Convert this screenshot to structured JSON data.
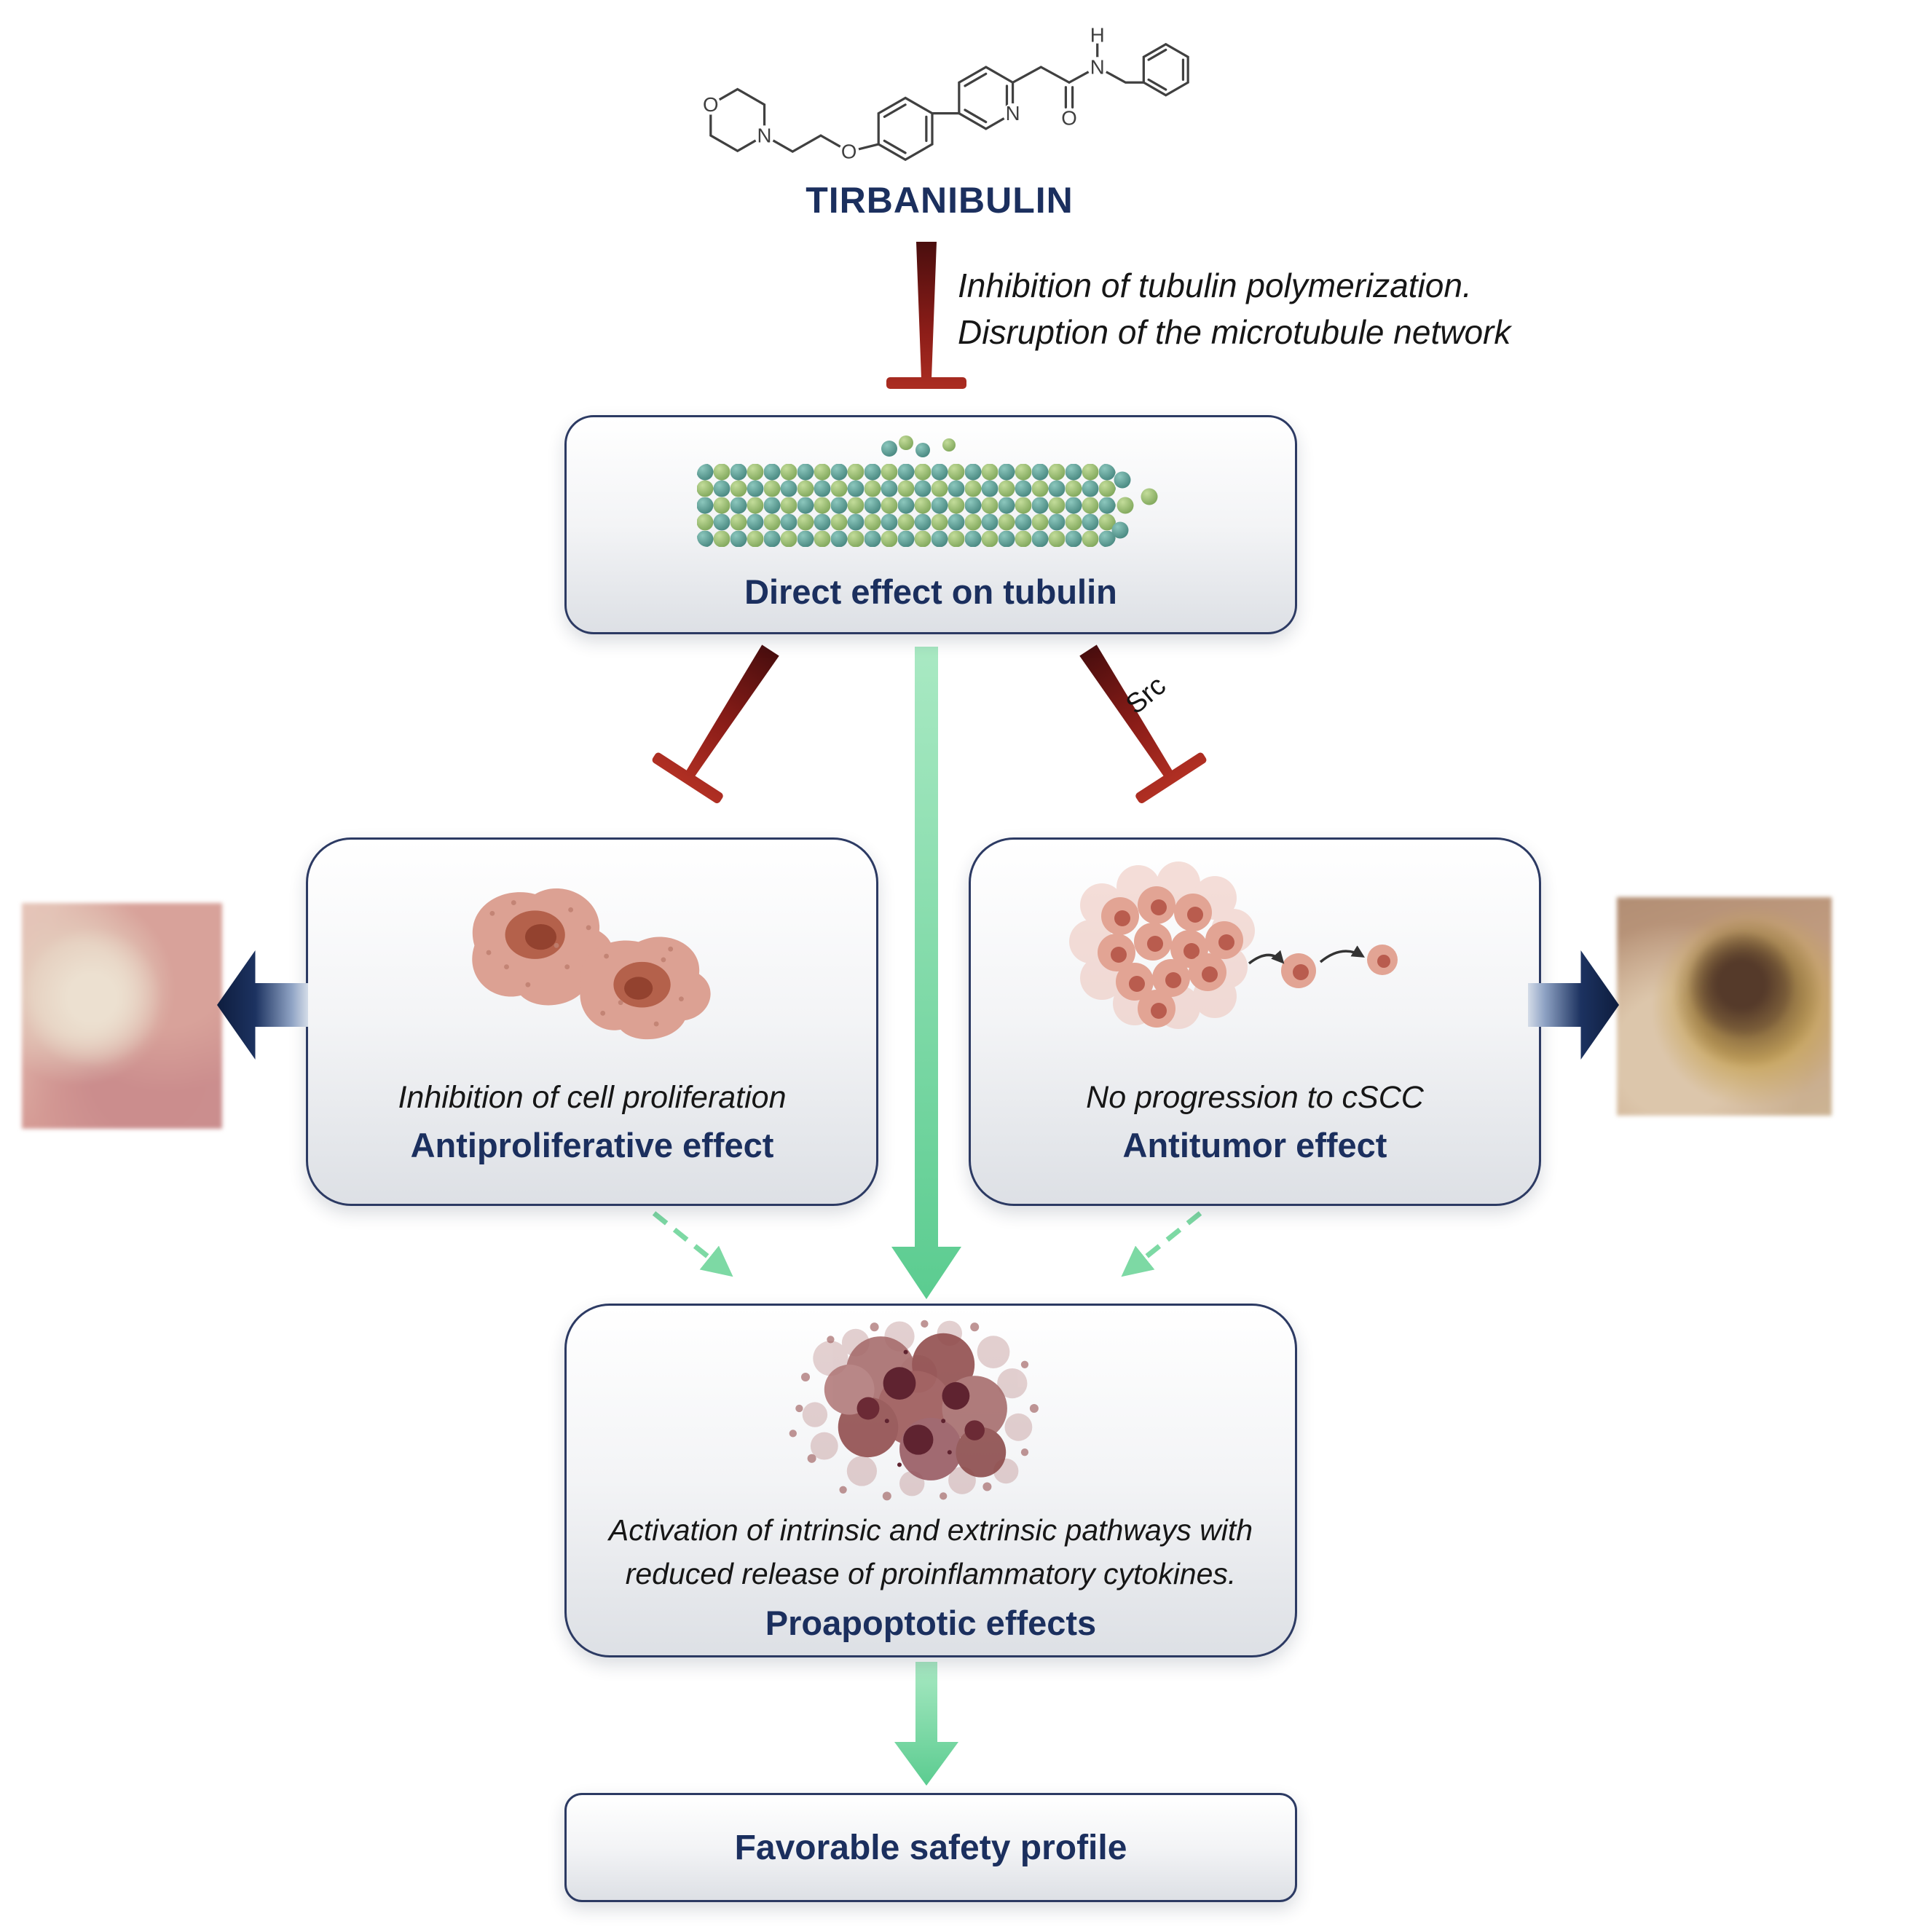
{
  "molecule": {
    "name": "TIRBANIBULIN",
    "atoms": {
      "morpholine_O": "O",
      "morpholine_N": "N",
      "ether_O": "O",
      "pyridine_N": "N",
      "carbonyl_O": "O",
      "amide_N": "N",
      "amide_H": "H"
    }
  },
  "annotations": {
    "inhibition_line1": "Inhibition of tubulin polymerization.",
    "inhibition_line2": "Disruption of the microtubule network",
    "src_label": "Src"
  },
  "boxes": {
    "tubulin": {
      "title": "Direct effect on tubulin"
    },
    "antiproliferative": {
      "caption": "Inhibition of cell proliferation",
      "title": "Antiproliferative effect"
    },
    "antitumor": {
      "caption": "No progression to cSCC",
      "title": "Antitumor effect"
    },
    "proapoptotic": {
      "caption_line1": "Activation of intrinsic and extrinsic pathways with",
      "caption_line2": "reduced release of proinflammatory cytokines.",
      "title": "Proapoptotic effects"
    },
    "safety": {
      "title": "Favorable safety profile"
    }
  },
  "colors": {
    "navy_text": "#1b2f5e",
    "box_border": "#2c3a63",
    "inhibition_red_dark": "#4a0e0e",
    "inhibition_red": "#b43124",
    "green_arrow": "#5bcc90",
    "microtubule_teal": "#4a8b84",
    "microtubule_green": "#8db46a",
    "cell_pink": "#e2a494",
    "apoptosis_maroon": "#8f4a4a"
  }
}
